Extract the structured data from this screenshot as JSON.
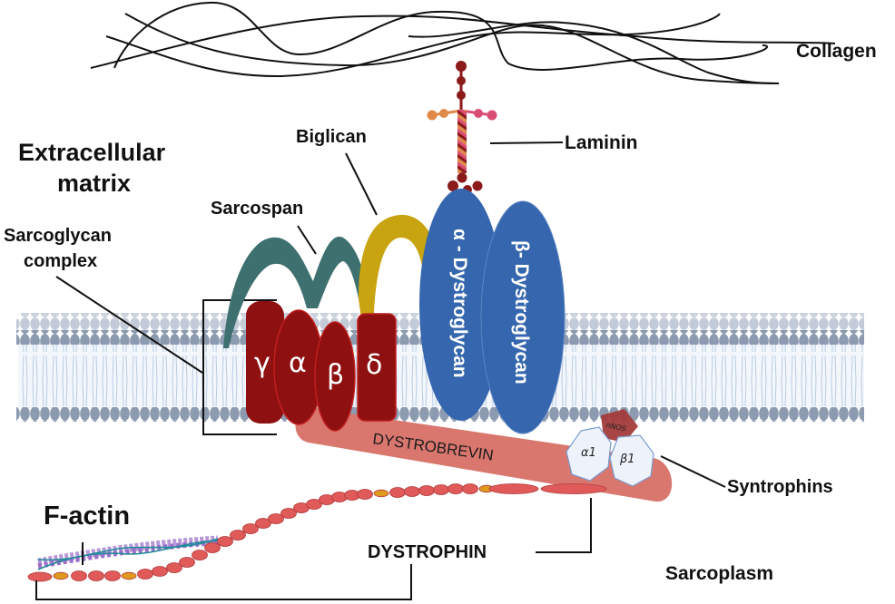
{
  "title": "Dystrophin-glycoprotein complex at the sarcolemma",
  "regions": {
    "extracellular": "Extracellular matrix",
    "extracellular_line1": "Extracellular",
    "extracellular_line2": "matrix",
    "intracellular": "Sarcoplasm"
  },
  "labels": {
    "collagen": "Collagen",
    "laminin": "Laminin",
    "biglican": "Biglican",
    "sarcospan": "Sarcospan",
    "sarcoglycan_line1": "Sarcoglycan",
    "sarcoglycan_line2": "complex",
    "syntrophins": "Syntrophins",
    "f_actin": "F-actin",
    "dystrophin": "DYSTROPHIN",
    "dystrobrevin": "DYSTROBREVIN"
  },
  "sarcoglycans": [
    "γ",
    "α",
    "β",
    "δ"
  ],
  "dystroglycans": {
    "alpha": "α - Dystroglycan",
    "beta": "β- Dystroglycan"
  },
  "syntrophin_subunits": [
    "α1",
    "β1"
  ],
  "nnos": "nNOS",
  "colors": {
    "sarcoglycan": "#8e1010",
    "sarcospan": "#3e7070",
    "biglican": "#c8a410",
    "dystroglycan": "#3566ae",
    "dystrobrevin": "#d9776f",
    "dystrophin_bead": "#e05a5a",
    "dystrophin_hinge": "#e09a1e",
    "syntrophin": "#eef3fb",
    "nnos": "#a33b3b",
    "membrane_head": "#8c9bb0",
    "membrane_tail": "#b9cbe2",
    "laminin_dark": "#8b1a1a",
    "laminin_orange": "#e08a4a",
    "laminin_pink": "#d94f74"
  }
}
